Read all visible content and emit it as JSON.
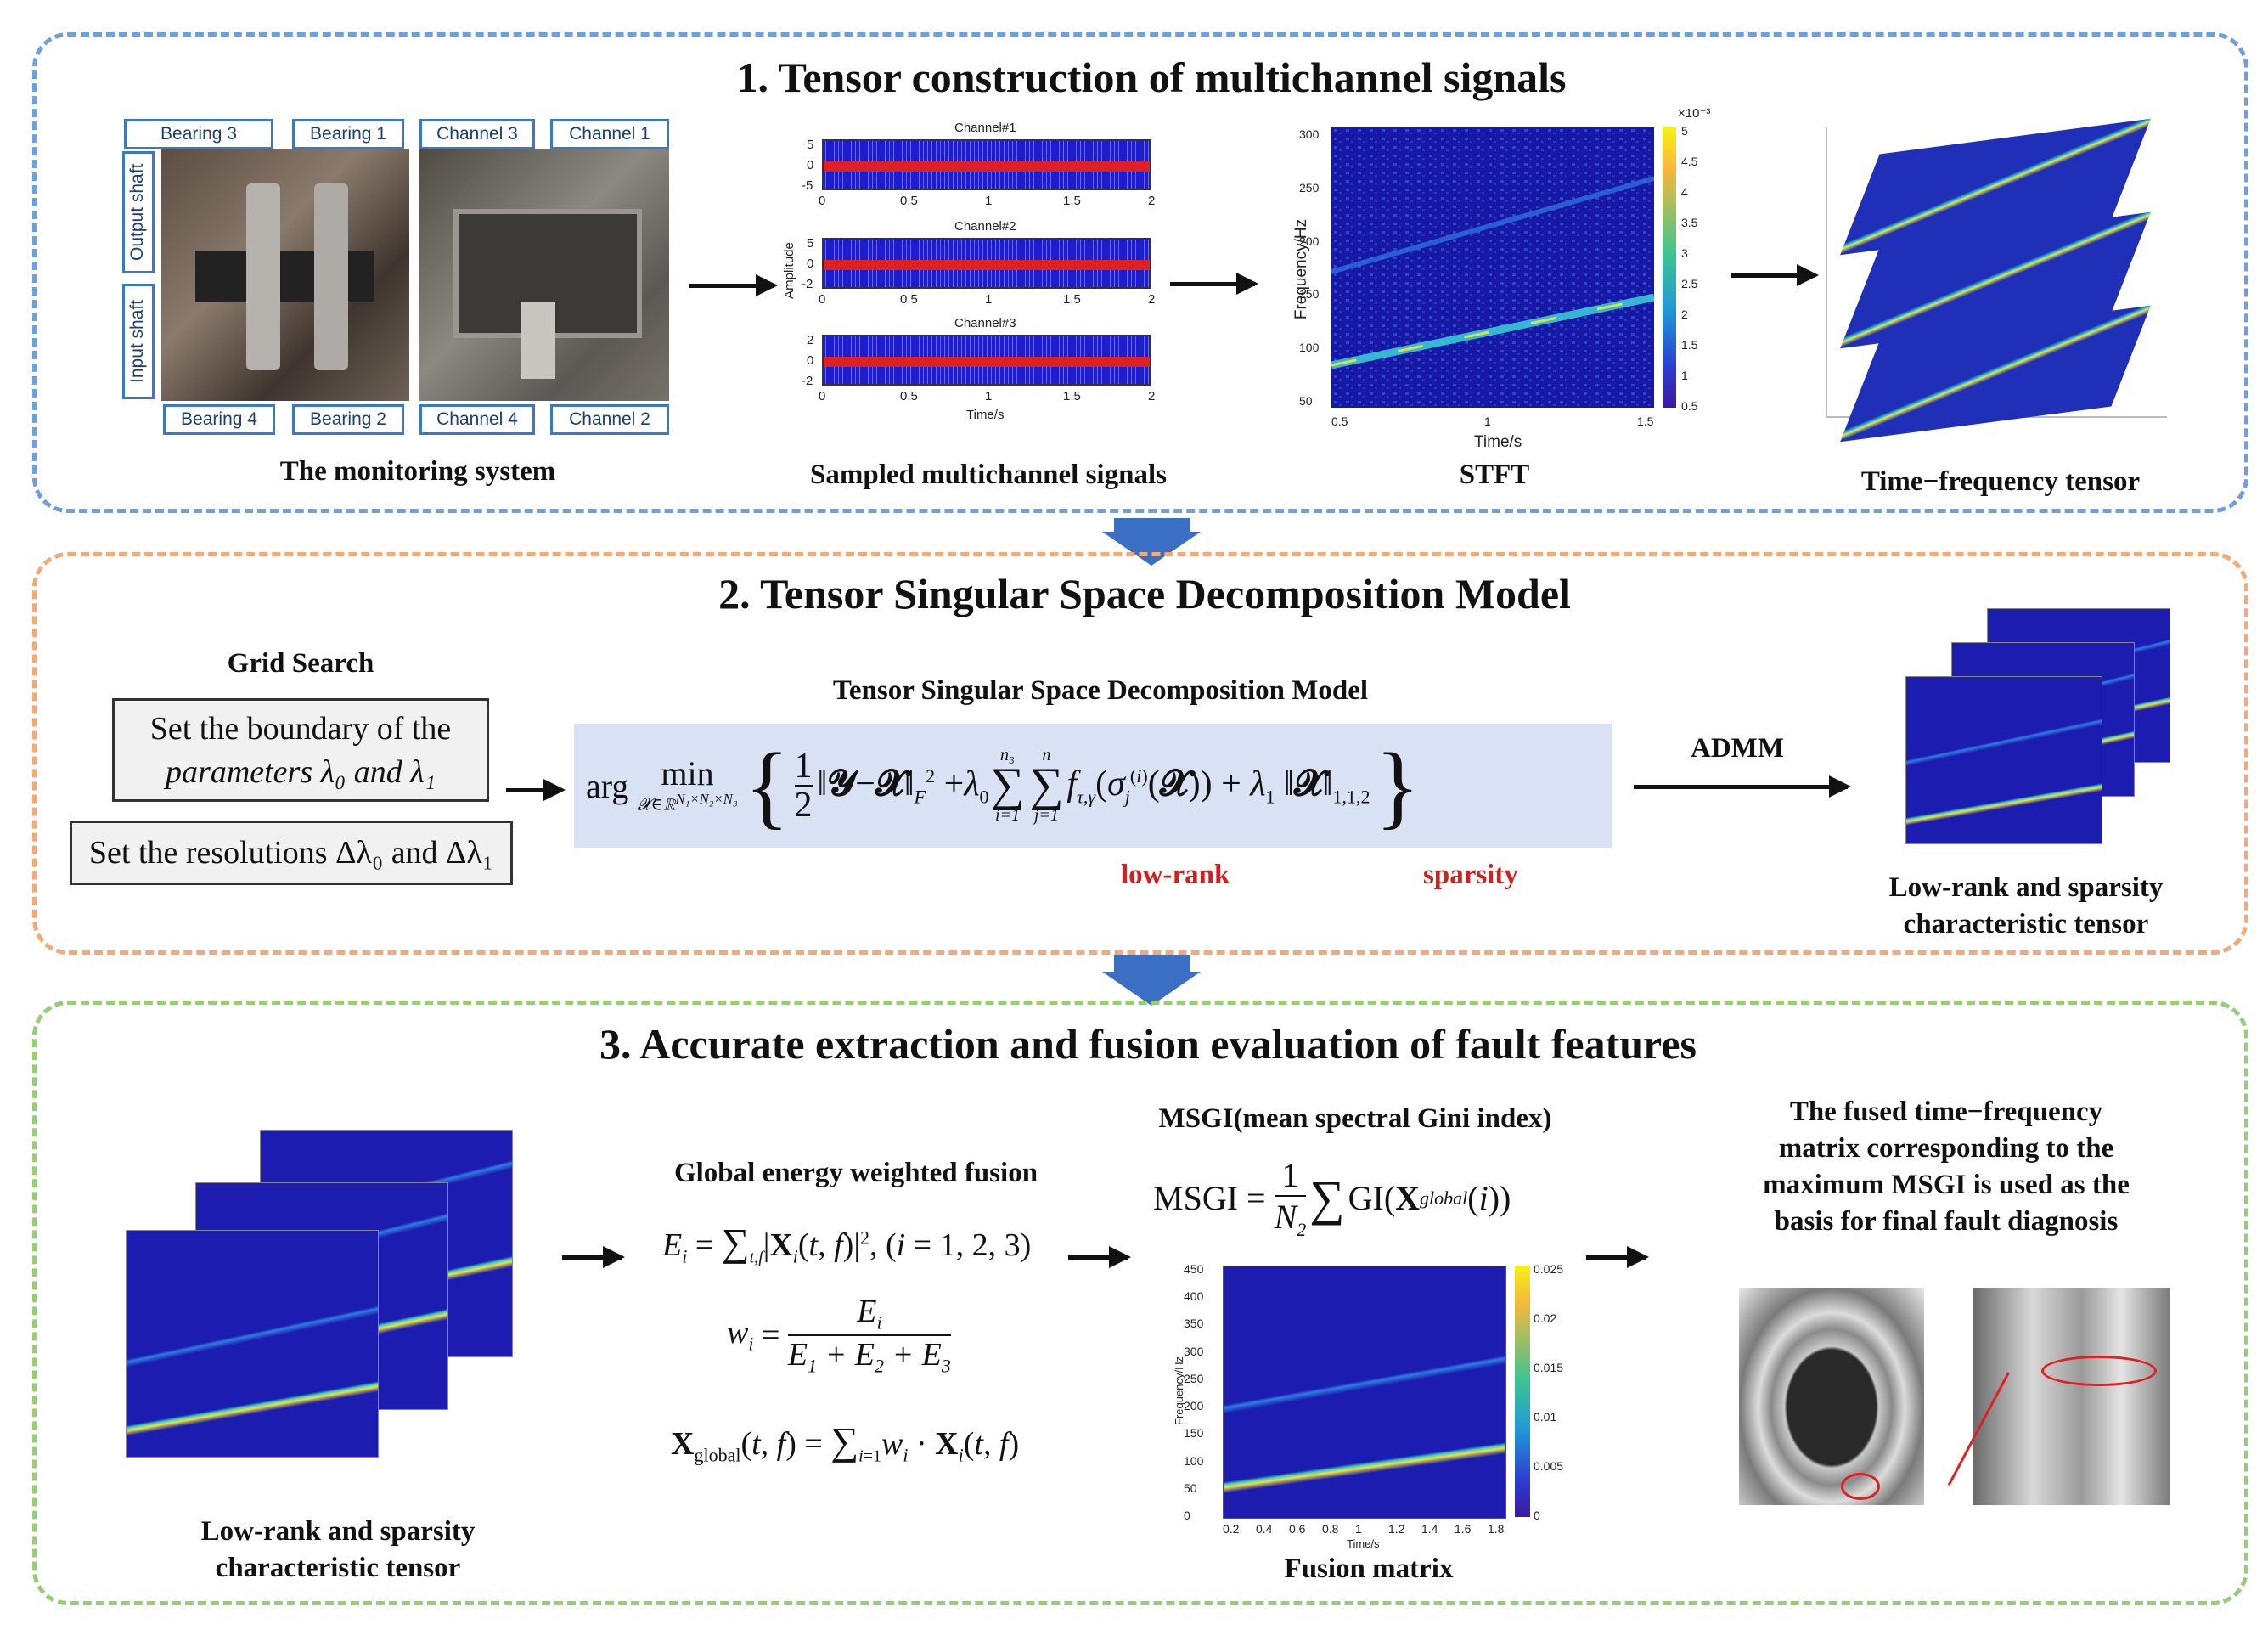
{
  "panel1": {
    "title": "1. Tensor construction of multichannel signals",
    "monitoring_caption": "The monitoring system",
    "photo_labels": {
      "bearing3": "Bearing 3",
      "bearing1": "Bearing 1",
      "channel3": "Channel 3",
      "channel1": "Channel 1",
      "bearing4": "Bearing 4",
      "bearing2": "Bearing 2",
      "channel4": "Channel 4",
      "channel2": "Channel 2",
      "output_shaft": "Output shaft",
      "input_shaft": "Input shaft"
    },
    "signals": {
      "caption": "Sampled multichannel signals",
      "channel_titles": [
        "Channel#1",
        "Channel#2",
        "Channel#3"
      ],
      "ylabel": "Amplitude",
      "xlabel": "Time/s",
      "ch1_yticks": [
        "5",
        "0",
        "-5"
      ],
      "ch2_yticks": [
        "5",
        "0",
        "-2"
      ],
      "ch3_yticks": [
        "2",
        "0",
        "-2"
      ],
      "xticks": [
        "0",
        "0.5",
        "1",
        "1.5",
        "2"
      ]
    },
    "stft": {
      "caption": "STFT",
      "ylabel": "Frequency/Hz",
      "xlabel": "Time/s",
      "yticks": [
        "300",
        "250",
        "200",
        "150",
        "100",
        "50"
      ],
      "xticks": [
        "0.5",
        "1",
        "1.5"
      ],
      "colorbar_ticks": [
        "5",
        "4.5",
        "4",
        "3.5",
        "3",
        "2.5",
        "2",
        "1.5",
        "1",
        "0.5"
      ],
      "colorbar_exponent": "×10⁻³"
    },
    "tensor_caption": "Time−frequency tensor"
  },
  "panel2": {
    "title": "2. Tensor Singular Space Decomposition Model",
    "grid_search_title": "Grid Search",
    "box1_line1": "Set the boundary of the",
    "box1_line2": "parameters λ₀  and  λ₁",
    "box2": "Set the resolutions Δλ₀ and Δλ₁",
    "model_title": "Tensor Singular Space Decomposition Model",
    "low_rank": "low-rank",
    "sparsity": "sparsity",
    "admm": "ADMM",
    "result_caption_line1": "Low-rank and sparsity",
    "result_caption_line2": "characteristic tensor"
  },
  "panel3": {
    "title": "3. Accurate extraction and fusion evaluation of fault features",
    "left_caption_line1": "Low-rank and sparsity",
    "left_caption_line2": "characteristic tensor",
    "fusion_title": "Global energy weighted fusion",
    "msgi_title": "MSGI(mean spectral Gini index)",
    "fusion_matrix_caption": "Fusion matrix",
    "fusion_plot": {
      "ylabel": "Frequency/Hz",
      "xlabel": "Time/s",
      "yticks": [
        "450",
        "400",
        "350",
        "300",
        "250",
        "200",
        "150",
        "100",
        "50",
        "0"
      ],
      "xticks": [
        "0.2",
        "0.4",
        "0.6",
        "0.8",
        "1",
        "1.2",
        "1.4",
        "1.6",
        "1.8"
      ],
      "colorbar_ticks": [
        "0.025",
        "0.02",
        "0.015",
        "0.01",
        "0.005",
        "0"
      ]
    },
    "final_text_lines": [
      "The fused time−frequency",
      "matrix corresponding to the",
      "maximum MSGI is used as the",
      "basis for final fault diagnosis"
    ]
  },
  "colors": {
    "panel1_border": "#6f9fe0",
    "panel2_border": "#f3a978",
    "panel3_border": "#97cd78",
    "arrow_blue": "#3a6fc4",
    "formula_bg": "#d8e2f4",
    "emphasis_red": "#d61c1c"
  }
}
